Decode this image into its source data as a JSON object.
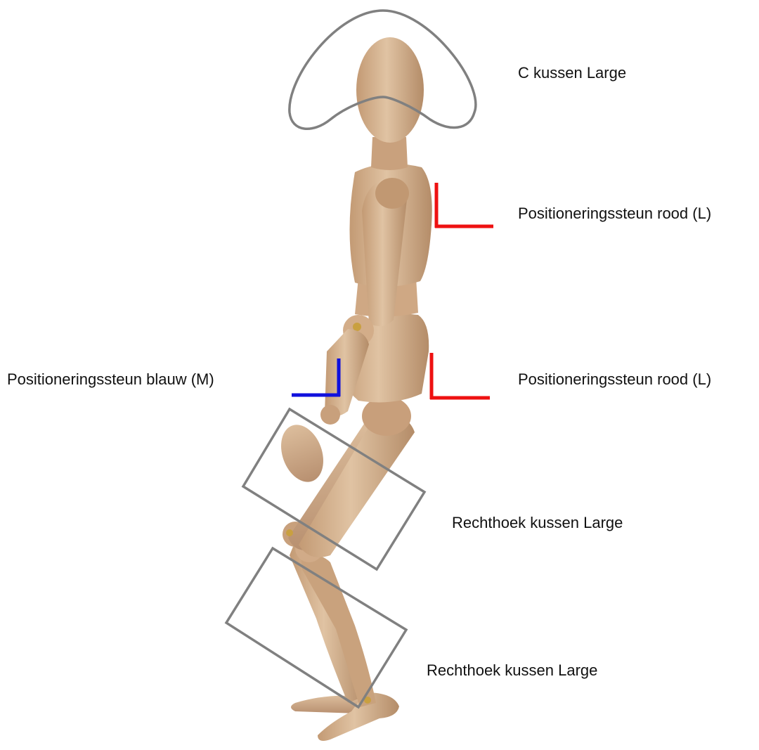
{
  "labels": {
    "c_cushion": "C kussen Large",
    "support_red_upper": "Positioneringssteun rood (L)",
    "support_red_lower": "Positioneringssteun rood (L)",
    "support_blue": "Positioneringssteun blauw (M)",
    "rect_cushion_upper": "Rechthoek kussen Large",
    "rect_cushion_lower": "Rechthoek kussen Large"
  },
  "colors": {
    "background": "#ffffff",
    "wood": "#d9b896",
    "wood_shade": "#b8906b",
    "wood_dark": "#9a7352",
    "outline_gray": "#808080",
    "support_red": "#ee1111",
    "support_blue": "#1010dd",
    "hardware": "#c9a040"
  },
  "icons": {
    "figure": "wooden-mannequin-figure",
    "c_pillow": "c-shaped-pillow-outline",
    "rect_pillow": "rectangular-cushion-outline",
    "support": "l-shaped-support-marker"
  }
}
